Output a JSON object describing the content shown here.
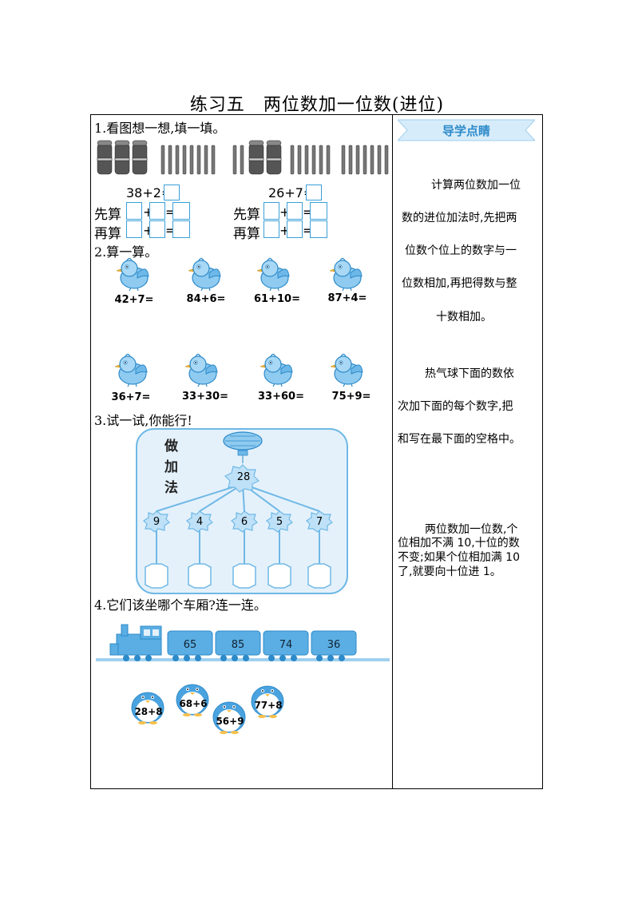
{
  "title": "练习五　两位数加一位数(进位)",
  "q1": {
    "heading": "1.看图想一想,填一填。",
    "left_eq": "38+2=",
    "right_eq": "26+7=",
    "first_label": "先算",
    "second_label": "再算",
    "plus": "+",
    "equals": "="
  },
  "q2": {
    "heading": "2.算一算。",
    "row1": [
      "42+7=",
      "84+6=",
      "61+10=",
      "87+4="
    ],
    "row2": [
      "36+7=",
      "33+30=",
      "33+60=",
      "75+9="
    ]
  },
  "q3": {
    "heading": "3.试一试,你能行!",
    "side_chars": [
      "做",
      "加",
      "法"
    ],
    "top_number": "28",
    "addends": [
      "9",
      "4",
      "6",
      "5",
      "7"
    ]
  },
  "q4": {
    "heading": "4.它们该坐哪个车厢?连一连。",
    "cars": [
      "65",
      "85",
      "74",
      "36"
    ],
    "penguins": [
      "28+8",
      "68+6",
      "56+9",
      "77+8"
    ]
  },
  "sidebar": {
    "badge": "导学点睛",
    "tip1_lines": [
      "计算两位数加一位",
      "数的进位加法时,先把两",
      "位数个位上的数字与一",
      "位数相加,再把得数与整",
      "十数相加。"
    ],
    "tip2_lines": [
      "热气球下面的数依",
      "次加下面的每个数字,把",
      "和写在最下面的空格中。"
    ],
    "tip3_lines": [
      "两位数加一位数,个",
      "位相加不满 10,十位的数",
      "不变;如果个位相加满 10",
      "了,就要向十位进 1。"
    ]
  },
  "colors": {
    "accent": "#3a9fd8",
    "light": "#e4f1fb",
    "stick": "#555555"
  }
}
